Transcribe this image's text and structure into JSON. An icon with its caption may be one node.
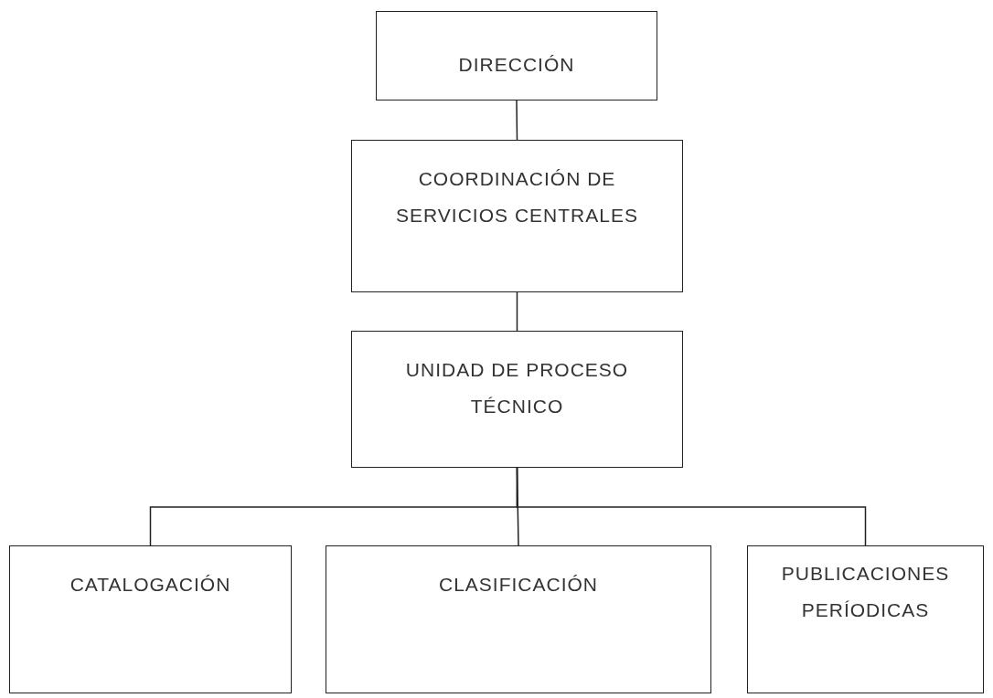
{
  "diagram": {
    "nodes": [
      {
        "text": [
          "DIRECCIÓN"
        ]
      },
      {
        "text": [
          "COORDINACIÓN DE SERVICIOS CENTRALES"
        ]
      },
      {
        "text": [
          "UNIDAD DE PROCESO TÉCNICO"
        ]
      },
      {
        "text": [
          "CATALOGACIÓN"
        ]
      },
      {
        "text": [
          "CLASIFICACIÓN"
        ]
      },
      {
        "text": [
          "PUBLICACIONES PERÍODICAS"
        ]
      }
    ],
    "edges": [
      {
        "from": 0,
        "to": 1,
        "arrow": "none"
      },
      {
        "from": 1,
        "to": 2,
        "arrow": "none"
      },
      {
        "from": 2,
        "to": 3,
        "arrow": "none"
      },
      {
        "from": 2,
        "to": 4,
        "arrow": "none"
      },
      {
        "from": 2,
        "to": 5,
        "arrow": "none"
      }
    ]
  }
}
